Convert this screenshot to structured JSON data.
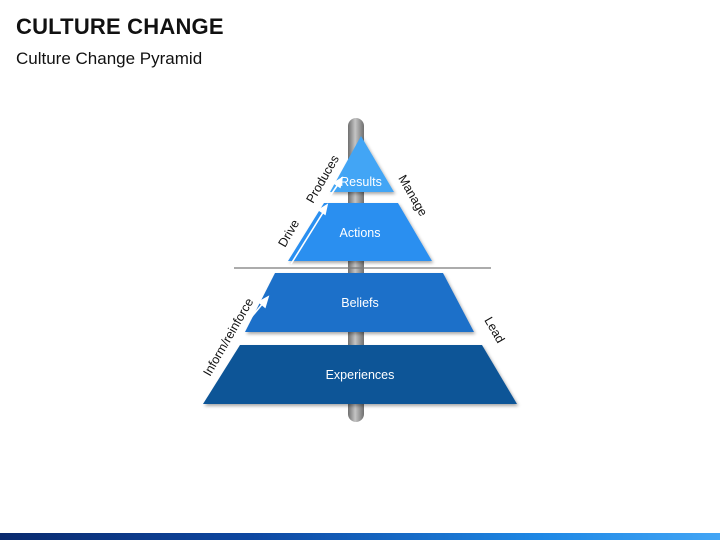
{
  "header": {
    "title": "CULTURE CHANGE",
    "subtitle": "Culture Change Pyramid"
  },
  "pyramid": {
    "levels": [
      {
        "label": "Results",
        "color": "#42a5f5"
      },
      {
        "label": "Actions",
        "color": "#2b8ff0"
      },
      {
        "label": "Beliefs",
        "color": "#1d6fc9"
      },
      {
        "label": "Experiences",
        "color": "#0f5497"
      }
    ],
    "side_labels": {
      "produces": "Produces",
      "drive": "Drive",
      "inform": "Inform/reinforce",
      "manage": "Manage",
      "lead": "Lead"
    }
  },
  "colors": {
    "pole": "#9e9e9e",
    "divider": "#7a7a7a",
    "arrow": "#ffffff"
  }
}
